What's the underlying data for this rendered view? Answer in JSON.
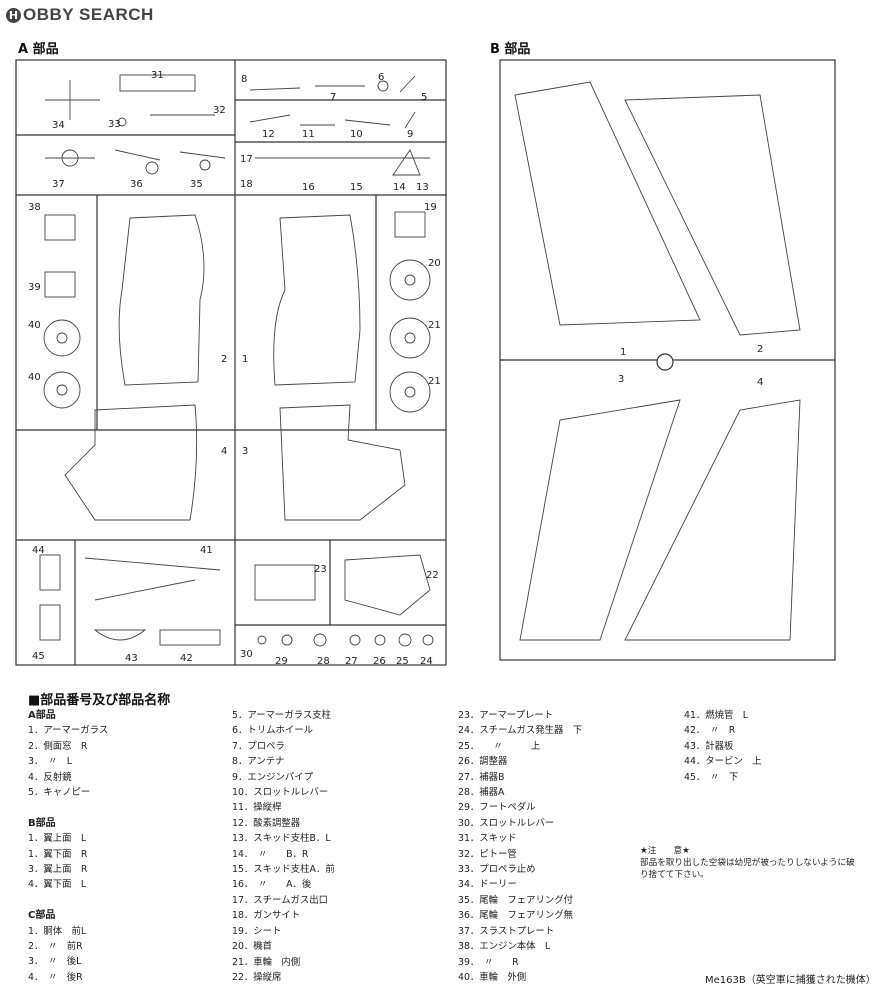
{
  "logo": {
    "mark": "H",
    "text": "OBBY SEARCH"
  },
  "sections": {
    "a": "A 部品",
    "b": "B 部品"
  },
  "sprue_a_numbers": [
    "31",
    "32",
    "33",
    "34",
    "8",
    "6",
    "5",
    "7",
    "12",
    "11",
    "10",
    "9",
    "37",
    "36",
    "35",
    "17",
    "16",
    "15",
    "14",
    "13",
    "18",
    "38",
    "19",
    "20",
    "39",
    "40",
    "21",
    "40",
    "21",
    "2",
    "1",
    "4",
    "3",
    "44",
    "41",
    "23",
    "22",
    "45",
    "43",
    "42",
    "30",
    "29",
    "28",
    "27",
    "26",
    "25",
    "24"
  ],
  "sprue_b_numbers": [
    "1",
    "2",
    "3",
    "4"
  ],
  "legend": {
    "title": "■部品番号及び部品名称",
    "col1": {
      "groups": [
        {
          "header": "A部品",
          "items": [
            "1．アーマーガラス",
            "2．側面窓　R",
            "3．　〃　L",
            "4．反射鏡",
            "5．キャノピー"
          ]
        },
        {
          "header": "B部品",
          "items": [
            "1．翼上面　L",
            "1．翼下面　R",
            "3．翼上面　R",
            "4．翼下面　L"
          ]
        },
        {
          "header": "C部品",
          "items": [
            "1．胴体　前L",
            "2．　〃　前R",
            "3．　〃　後L",
            "4．　〃　後R"
          ]
        }
      ]
    },
    "col2": [
      "5．アーマーガラス支柱",
      "6．トリムホイール",
      "7．プロペラ",
      "8．アンテナ",
      "9．エンジンパイプ",
      "10．スロットルレバー",
      "11．操縦桿",
      "12．酸素調整器",
      "13．スキッド支柱B．L",
      "14．　〃　　B．R",
      "15．スキッド支柱A．前",
      "16．　〃　　A．後",
      "17．スチームガス出口",
      "18．ガンサイト",
      "19．シート",
      "20．機首",
      "21．車輪　内側",
      "22．操縦席"
    ],
    "col3": [
      "23．アーマープレート",
      "24．スチームガス発生器　下",
      "25．　　〃　　　上",
      "26．調整器",
      "27．補器B",
      "28．補器A",
      "29．フートペダル",
      "30．スロットルレバー",
      "31．スキッド",
      "32．ピトー管",
      "33．プロペラ止め",
      "34．ドーリー",
      "35．尾輪　フェアリング付",
      "36．尾輪　フェアリング無",
      "37．スラストプレート",
      "38．エンジン本体　L",
      "39．　〃　　R",
      "40．車輪　外側"
    ],
    "col4": [
      "41．燃焼管　L",
      "42．　〃　R",
      "43．計器板",
      "44．タービン　上",
      "45．　〃　下"
    ]
  },
  "note": {
    "title": "★注　　意★",
    "body": "部品を取り出した空袋は幼児が被ったりしないように破り捨てて下さい。"
  },
  "caption": "Me163B（英空軍に捕獲された機体）"
}
